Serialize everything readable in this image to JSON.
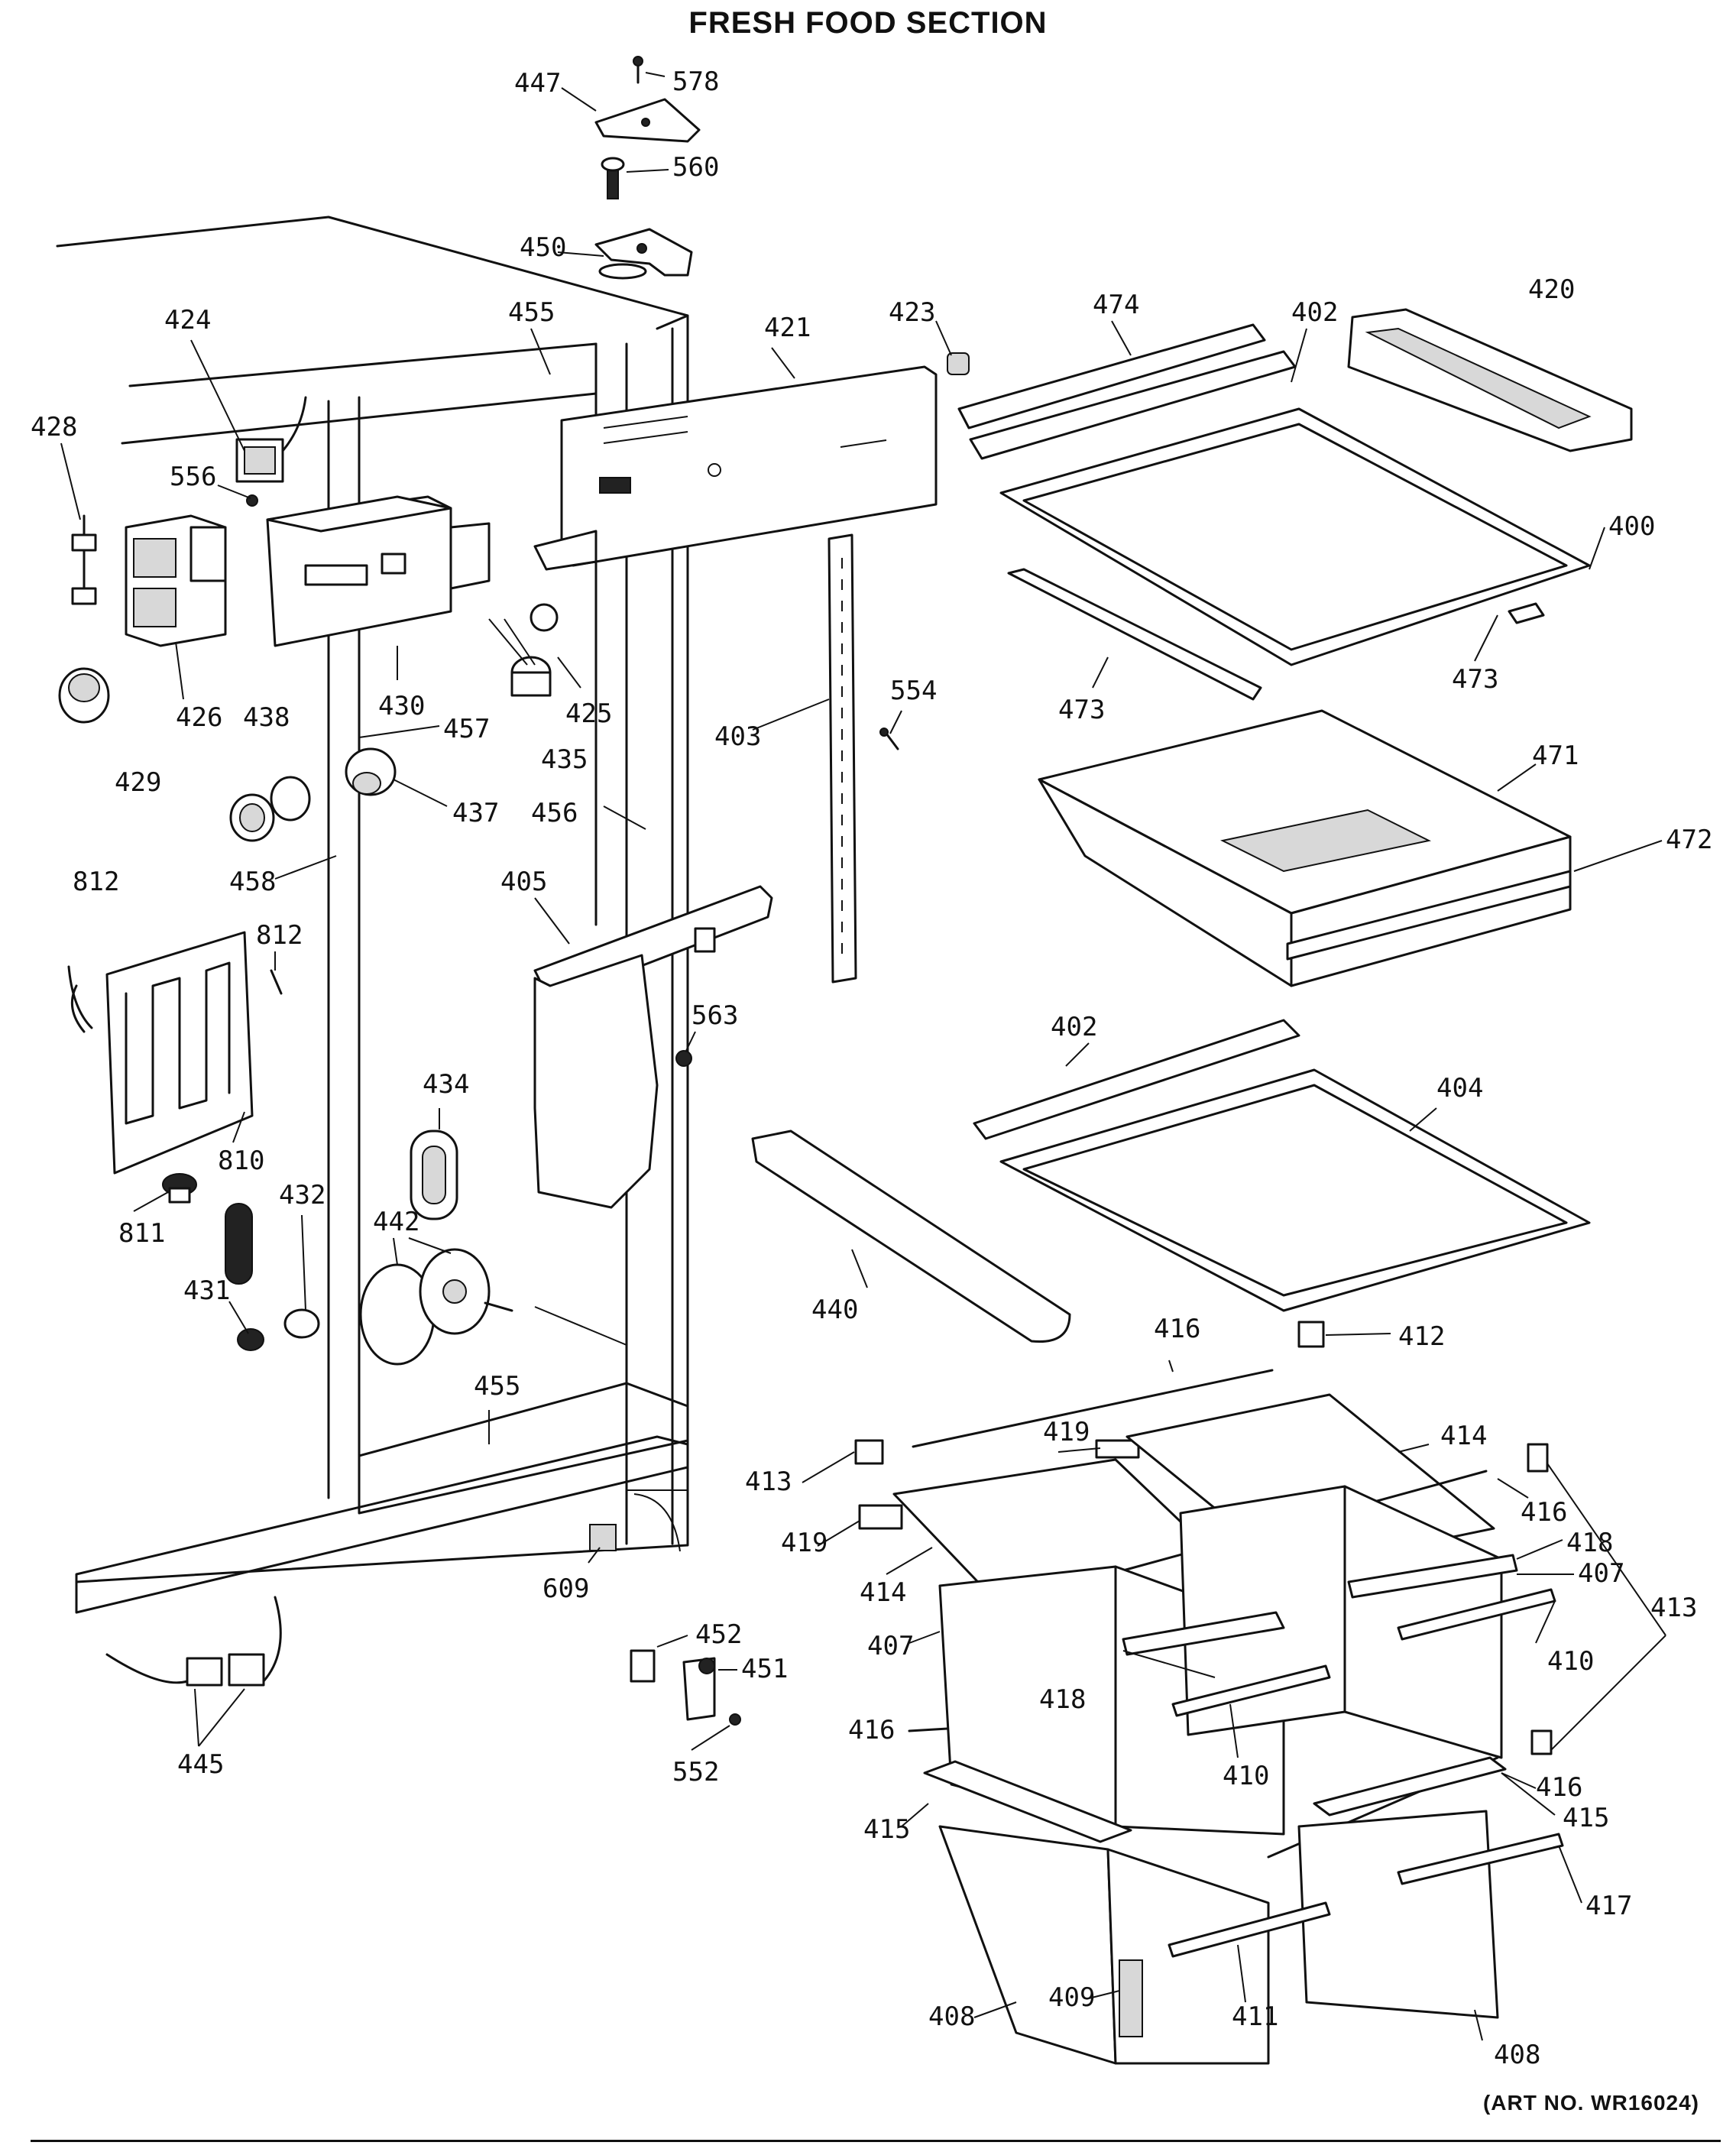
{
  "title": "FRESH FOOD SECTION",
  "art_number": "(ART NO. WR16024)",
  "callouts": [
    "447",
    "578",
    "560",
    "450",
    "455",
    "421",
    "423",
    "474",
    "402",
    "420",
    "424",
    "428",
    "556",
    "400",
    "426",
    "430",
    "425",
    "473",
    "473",
    "429",
    "438",
    "457",
    "435",
    "403",
    "554",
    "437",
    "456",
    "471",
    "472",
    "812",
    "458",
    "405",
    "812",
    "563",
    "402",
    "404",
    "434",
    "810",
    "432",
    "811",
    "442",
    "431",
    "440",
    "455",
    "416",
    "412",
    "419",
    "414",
    "413",
    "416",
    "418",
    "419",
    "407",
    "414",
    "609",
    "407",
    "410",
    "452",
    "451",
    "418",
    "416",
    "410",
    "413",
    "445",
    "552",
    "416",
    "415",
    "415",
    "417",
    "409",
    "411",
    "408",
    "408"
  ]
}
